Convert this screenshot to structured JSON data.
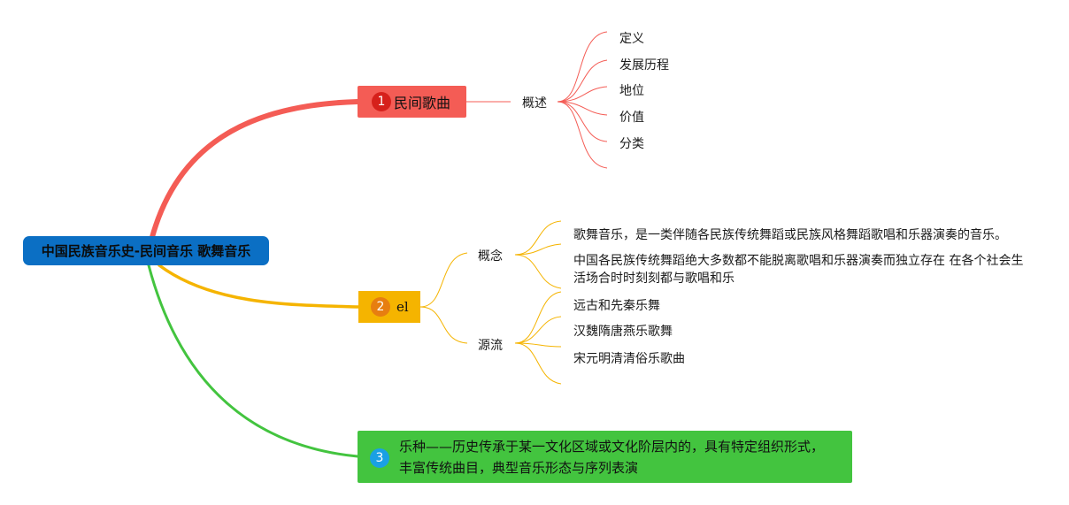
{
  "colors": {
    "root": "#0b6fc4",
    "branch1": "#f45c55",
    "branch2": "#f5b400",
    "branch3": "#43c43f",
    "badge1": "#d6201b",
    "badge2": "#e77e10",
    "badge3": "#1aa0e4"
  },
  "root": {
    "title": "中国民族音乐史-民间音乐 歌舞音乐"
  },
  "branches": [
    {
      "badge": "1",
      "label": "民间歌曲",
      "children": [
        {
          "label": "概述",
          "children": [
            "定义",
            "发展历程",
            "地位",
            "价值",
            "分类"
          ]
        }
      ]
    },
    {
      "badge": "2",
      "label": "el",
      "children": [
        {
          "label": "概念",
          "children": [
            "歌舞音乐，是一类伴随各民族传统舞蹈或民族风格舞蹈歌唱和乐器演奏的音乐。",
            "中国各民族传统舞蹈绝大多数都不能脱离歌唱和乐器演奏而独立存在 在各个社会生活场合时时刻刻都与歌唱和乐"
          ]
        },
        {
          "label": "源流",
          "children": [
            "远古和先秦乐舞",
            "汉魏隋唐燕乐歌舞",
            "宋元明清清俗乐歌曲"
          ]
        }
      ]
    },
    {
      "badge": "3",
      "label": "乐种——历史传承于某一文化区域或文化阶层内的，具有特定组织形式，丰富传统曲目，典型音乐形态与序列表演"
    }
  ]
}
